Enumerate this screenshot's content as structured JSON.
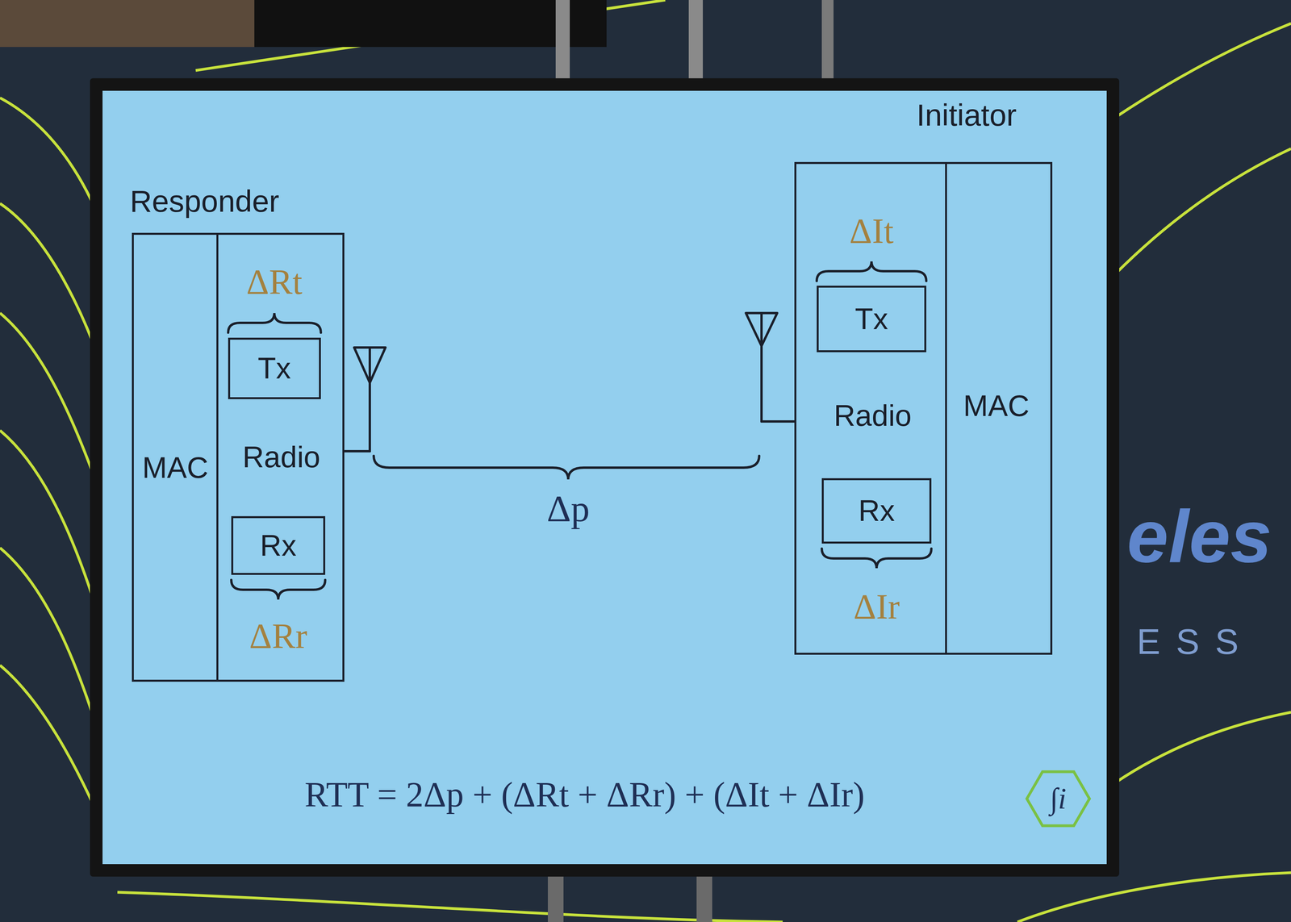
{
  "diagram": {
    "nodes": [
      {
        "text": [
          "Responder"
        ]
      },
      {
        "text": [
          "MAC"
        ],
        "in": 0
      },
      {
        "text": [
          "Radio"
        ],
        "in": 0
      },
      {
        "text": [
          "Tx"
        ],
        "in": 2
      },
      {
        "text": [
          "Rx"
        ],
        "in": 2
      },
      {
        "text": [
          "Initiator"
        ]
      },
      {
        "text": [
          "Radio"
        ],
        "in": 5
      },
      {
        "text": [
          "Tx"
        ],
        "in": 6
      },
      {
        "text": [
          "Rx"
        ],
        "in": 6
      },
      {
        "text": [
          "MAC"
        ],
        "in": 5
      }
    ],
    "labels": [
      "ΔRt",
      "ΔRr",
      "Δp",
      "ΔIt",
      "ΔIr",
      "RTT = 2Δp + (ΔRt + ΔRr) + (ΔIt + ΔIr)",
      "∫i",
      "eles",
      "ESS"
    ]
  }
}
